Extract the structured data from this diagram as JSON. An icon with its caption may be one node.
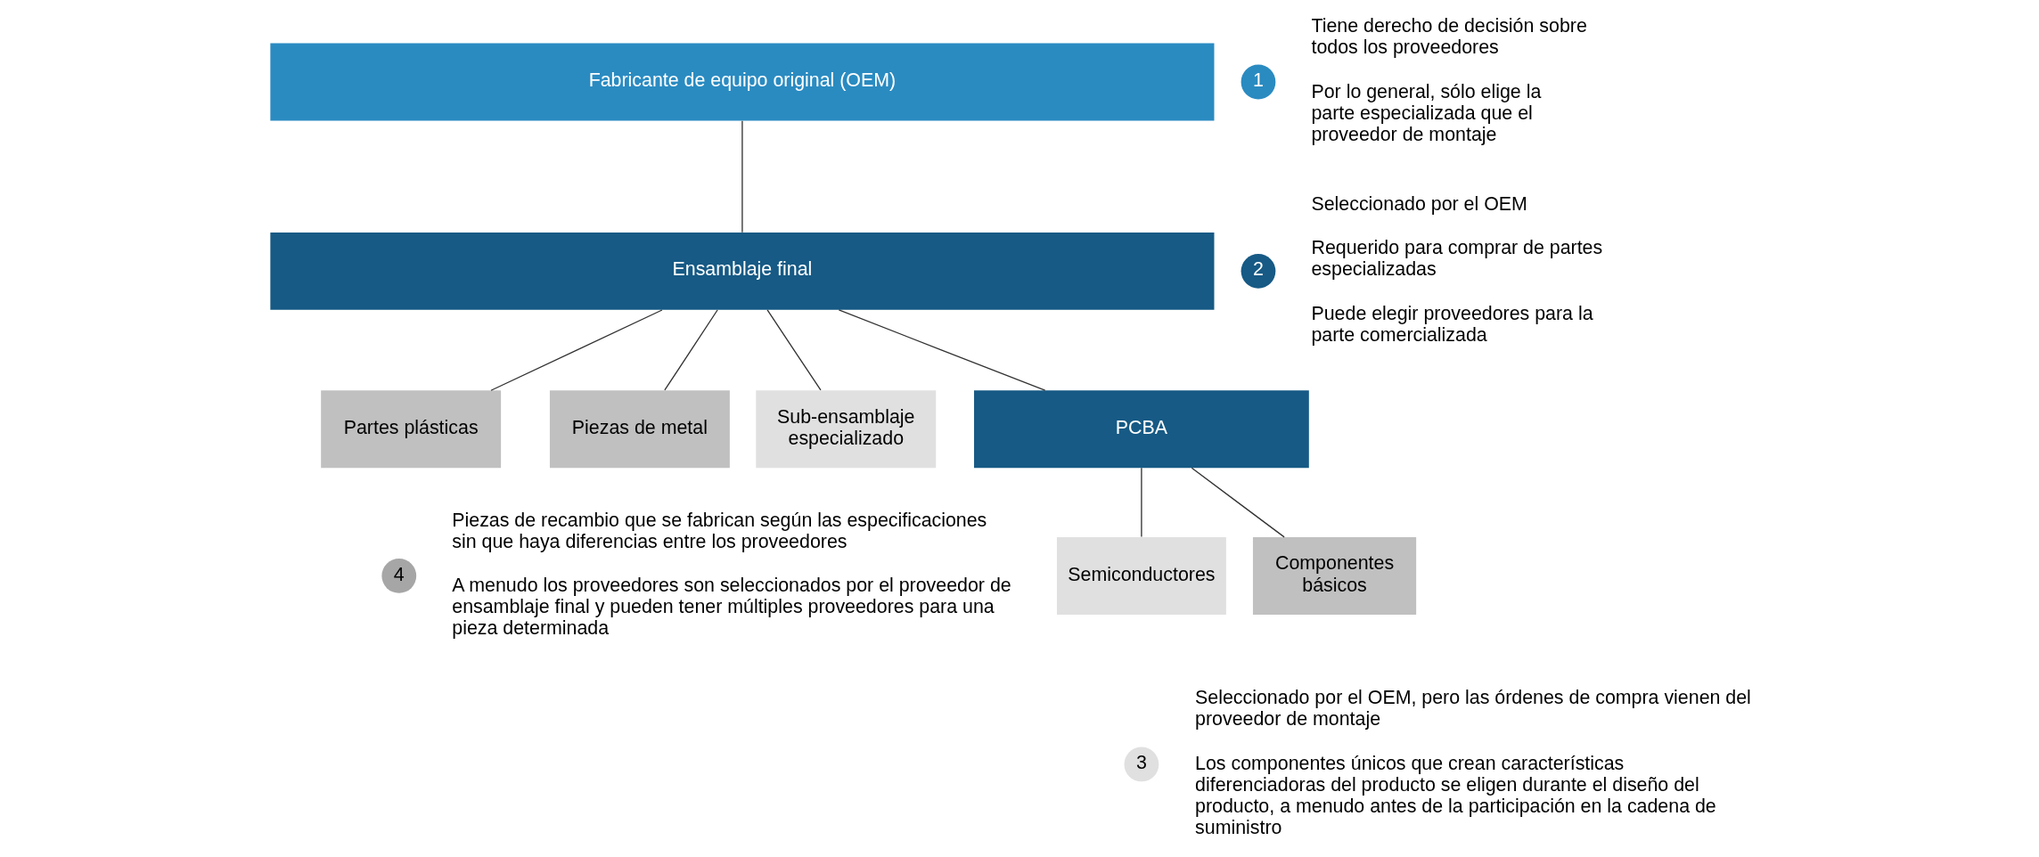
{
  "diagram": {
    "nodes": [
      {
        "text": [
          "Fabricante de equipo original (OEM)"
        ]
      },
      {
        "text": [
          "Ensamblaje final"
        ]
      },
      {
        "text": [
          "Partes plásticas"
        ]
      },
      {
        "text": [
          "Piezas de metal"
        ]
      },
      {
        "text": [
          "Sub-ensamblaje especializado"
        ]
      },
      {
        "text": [
          "PCBA"
        ]
      },
      {
        "text": [
          "Semiconductores"
        ]
      },
      {
        "text": [
          "Componentes básicos"
        ]
      },
      {
        "text": [
          "1"
        ],
        "beside": [
          "Tiene derecho de decisión sobre todos los proveedores",
          "Por lo general, sólo elige la parte especializada que el proveedor de montaje"
        ]
      },
      {
        "text": [
          "2"
        ],
        "beside": [
          "Seleccionado por el OEM",
          "Requerido para comprar de partes especializadas",
          "Puede elegir proveedores para la parte comercializada"
        ]
      },
      {
        "text": [
          "4"
        ],
        "beside": [
          "Piezas de recambio que se fabrican según las especificaciones sin que haya diferencias entre los proveedores",
          "A menudo los proveedores son seleccionados por el proveedor de ensamblaje final y pueden tener múltiples proveedores para una pieza determinada"
        ]
      },
      {
        "text": [
          "3"
        ],
        "beside": [
          "Seleccionado por el OEM, pero las órdenes de compra vienen del proveedor de montaje",
          "Los componentes únicos que crean características diferenciadoras del producto se eligen durante el diseño del producto, a menudo antes de la participación en la cadena de suministro"
        ]
      }
    ],
    "edges": [
      {
        "from": 0,
        "to": 1,
        "arrow": "none"
      },
      {
        "from": 1,
        "to": 2,
        "arrow": "none"
      },
      {
        "from": 1,
        "to": 3,
        "arrow": "none"
      },
      {
        "from": 1,
        "to": 4,
        "arrow": "none"
      },
      {
        "from": 1,
        "to": 5,
        "arrow": "none"
      },
      {
        "from": 5,
        "to": 6,
        "arrow": "none"
      },
      {
        "from": 5,
        "to": 7,
        "arrow": "none"
      }
    ]
  }
}
